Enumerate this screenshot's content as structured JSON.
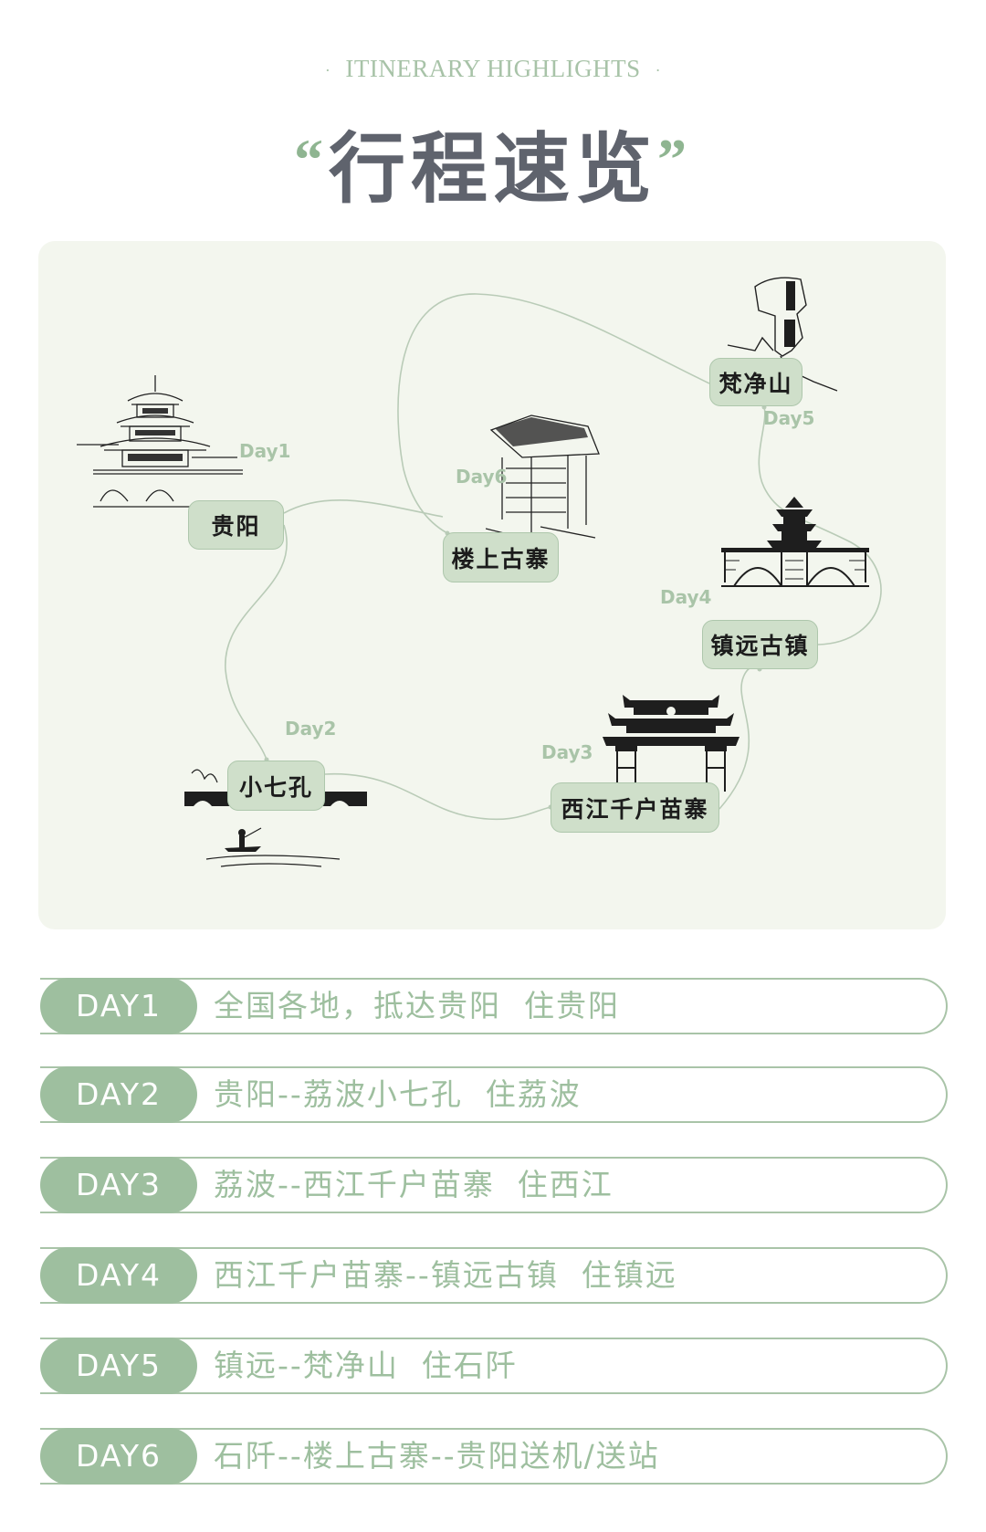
{
  "header": {
    "subtitle": "ITINERARY HIGHLIGHTS",
    "title": "行程速览",
    "open_quote": "“",
    "close_quote": "”"
  },
  "colors": {
    "accent_green": "#9ebf9f",
    "node_fill": "#cfdfca",
    "map_bg": "#f3f6ee",
    "title_gray": "#5f636d"
  },
  "map": {
    "nodes": [
      {
        "id": "guiyang",
        "name": "贵阳",
        "day": "Day1",
        "sketch": "pavilion-icon"
      },
      {
        "id": "xiaoqikong",
        "name": "小七孔",
        "day": "Day2",
        "sketch": "bridge-boat-icon"
      },
      {
        "id": "xijiang",
        "name": "西江千户苗寨",
        "day": "Day3",
        "sketch": "archway-gate-icon"
      },
      {
        "id": "zhenyuan",
        "name": "镇远古镇",
        "day": "Day4",
        "sketch": "tower-bridge-icon"
      },
      {
        "id": "fanjingshan",
        "name": "梵净山",
        "day": "Day5",
        "sketch": "mushroom-rock-icon"
      },
      {
        "id": "loushang",
        "name": "楼上古寨",
        "day": "Day6",
        "sketch": "wooden-house-icon"
      }
    ]
  },
  "itinerary": [
    {
      "day": "DAY1",
      "text": "全国各地，抵达贵阳  住贵阳"
    },
    {
      "day": "DAY2",
      "text": "贵阳--荔波小七孔  住荔波"
    },
    {
      "day": "DAY3",
      "text": "荔波--西江千户苗寨  住西江"
    },
    {
      "day": "DAY4",
      "text": "西江千户苗寨--镇远古镇  住镇远"
    },
    {
      "day": "DAY5",
      "text": "镇远--梵净山  住石阡"
    },
    {
      "day": "DAY6",
      "text": "石阡--楼上古寨--贵阳送机/送站"
    }
  ]
}
